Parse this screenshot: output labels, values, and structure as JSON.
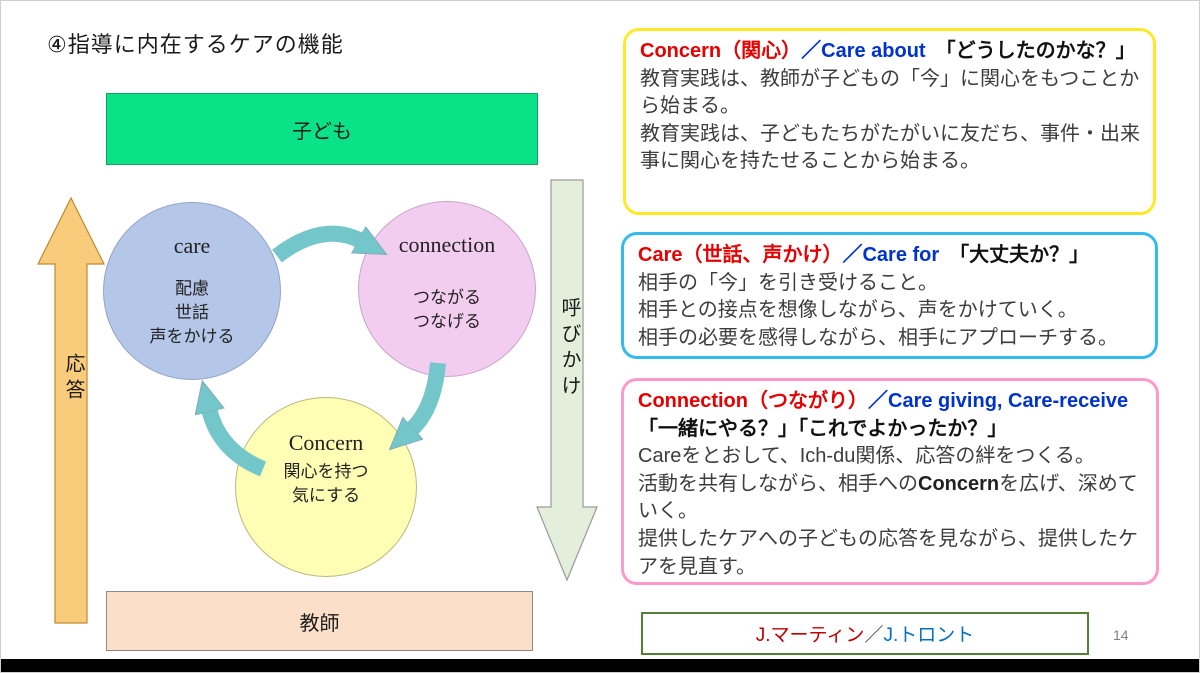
{
  "slide": {
    "title": "④指導に内在するケアの機能",
    "page_number": "14"
  },
  "diagram": {
    "child_box": "子ども",
    "teacher_box": "教師",
    "response_arrow_label": "応答",
    "call_arrow_label": "呼びかけ",
    "care_circle": {
      "title": "care",
      "lines": [
        "配慮",
        "世話",
        "声をかける"
      ]
    },
    "connection_circle": {
      "title": "connection",
      "lines": [
        "つながる",
        "つなげる"
      ]
    },
    "concern_circle": {
      "title": "Concern",
      "lines": [
        "関心を持つ",
        "気にする"
      ]
    }
  },
  "info_boxes": {
    "concern": {
      "term": "Concern（関心）",
      "en": "／Care about",
      "quote": "　「どうしたのかな？」",
      "line1": "教育実践は、教師が子どもの「今」に関心をもつことから始まる。",
      "line2": "教育実践は、子どもたちがたがいに友だち、事件・出来事に関心を持たせることから始まる。"
    },
    "care": {
      "term": "Care（世話、声かけ）",
      "en": "／Care for",
      "quote": "　「大丈夫か？」",
      "line1": "相手の「今」を引き受けること。",
      "line2": "相手との接点を想像しながら、声をかけていく。",
      "line3": "相手の必要を感得しながら、相手にアプローチする。"
    },
    "connection": {
      "term": "Connection（つながり）",
      "en": "／Care giving, Care-receive",
      "quote": "　「一緒にやる？」「これでよかったか？」",
      "line1": "Careをとおして、Ich‐du関係、応答の絆をつくる。",
      "line2_pre": "活動を共有しながら、相手への",
      "line2_bold": "Concern",
      "line2_post": "を広げ、深めていく。",
      "line3": "提供したケアへの子どもの応答を見ながら、提供したケアを見直す。"
    },
    "citation": {
      "name1": "J.マーティン",
      "separator": "／",
      "name2": "J.トロント"
    }
  },
  "colors": {
    "child_box_fill": "#0AE287",
    "teacher_box_fill": "#FBDFC9",
    "care_circle_fill": "#B5C7E8",
    "connection_circle_fill": "#F3CDF0",
    "concern_circle_fill": "#FEFEB5",
    "cycle_arrow_fill": "#73C6CA",
    "response_arrow_fill": "#F8CC7B",
    "call_arrow_fill": "#E4EFDB",
    "concern_box_border": "#FFE926",
    "care_box_border": "#33BBEE",
    "connection_box_border": "#FF99CC",
    "citation_border": "#548235",
    "term_red": "#E60000",
    "en_blue": "#0033CC"
  }
}
